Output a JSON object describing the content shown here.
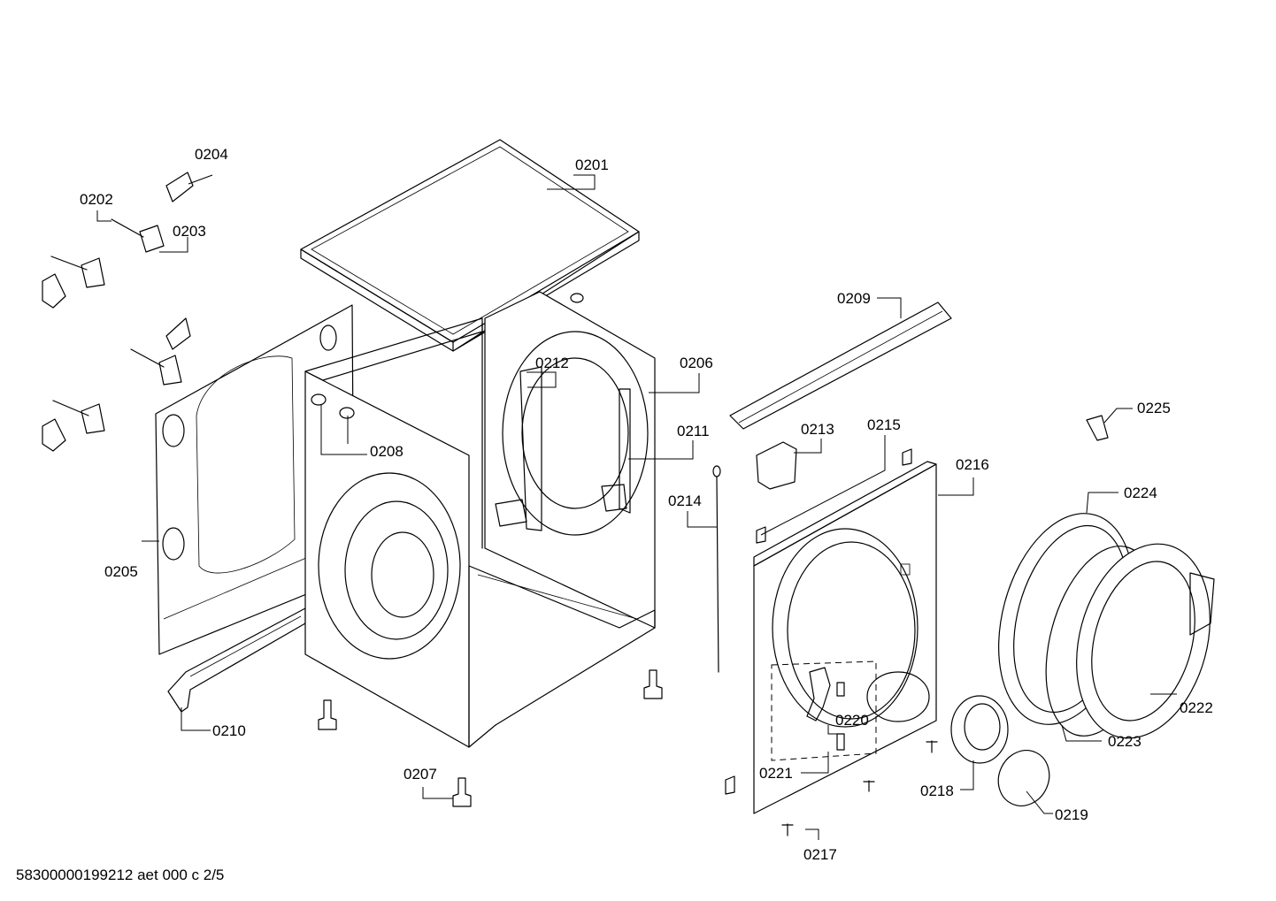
{
  "callouts": {
    "p0201": "0201",
    "p0202": "0202",
    "p0203": "0203",
    "p0204": "0204",
    "p0205": "0205",
    "p0206": "0206",
    "p0207": "0207",
    "p0208": "0208",
    "p0209": "0209",
    "p0210": "0210",
    "p0211": "0211",
    "p0212": "0212",
    "p0213": "0213",
    "p0214": "0214",
    "p0215": "0215",
    "p0216": "0216",
    "p0217": "0217",
    "p0218": "0218",
    "p0219": "0219",
    "p0220": "0220",
    "p0221": "0221",
    "p0222": "0222",
    "p0223": "0223",
    "p0224": "0224",
    "p0225": "0225"
  },
  "footer": "58300000199212 aet 000 c 2/5"
}
